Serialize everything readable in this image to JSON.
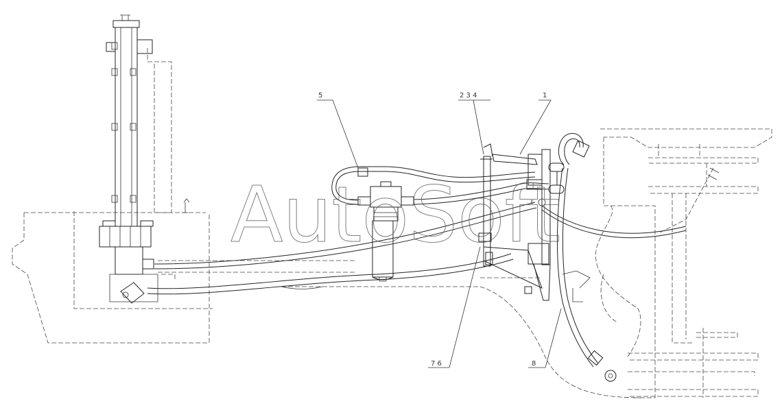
{
  "watermark": "AutoSoft",
  "callouts": [
    {
      "id": "c1",
      "label": "1"
    },
    {
      "id": "c234",
      "label": "2  3  4"
    },
    {
      "id": "c5",
      "label": "5"
    },
    {
      "id": "c76",
      "label": "7  6"
    },
    {
      "id": "c8",
      "label": "8"
    }
  ]
}
